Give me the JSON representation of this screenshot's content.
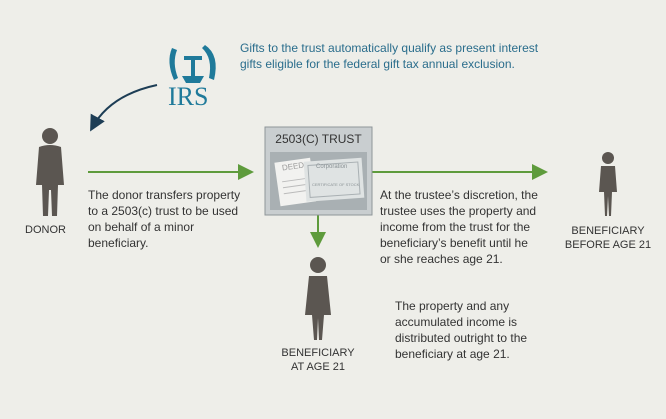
{
  "irs_note": "Gifts to the trust automatically qualify as present interest gifts eligible for the federal gift tax annual exclusion.",
  "irs_logo_text": "IRS",
  "donor": {
    "label": "DONOR",
    "description": "The donor transfers property to a 2503(c) trust to be used on behalf of a minor beneficiary."
  },
  "trust": {
    "title": "2503(C) TRUST",
    "deed_text": "DEED",
    "cert_title": "Corporation",
    "cert_sub": "CERTIFICATE OF STOCK"
  },
  "trustee_text": "At the trustee’s discretion, the trustee uses the property and income from the trust for the beneficiary’s benefit until he or she reaches age 21.",
  "beneficiary_before": {
    "label_line1": "BENEFICIARY",
    "label_line2": "BEFORE AGE 21"
  },
  "beneficiary_at": {
    "label_line1": "BENEFICIARY",
    "label_line2": "AT AGE 21"
  },
  "distribution_text": "The property and any accumulated income is distributed outright to the beneficiary at age 21.",
  "colors": {
    "arrow": "#5e9b3c",
    "irs": "#1f7a9a",
    "figure": "#5b5651",
    "text_blue": "#2a6d8c"
  }
}
